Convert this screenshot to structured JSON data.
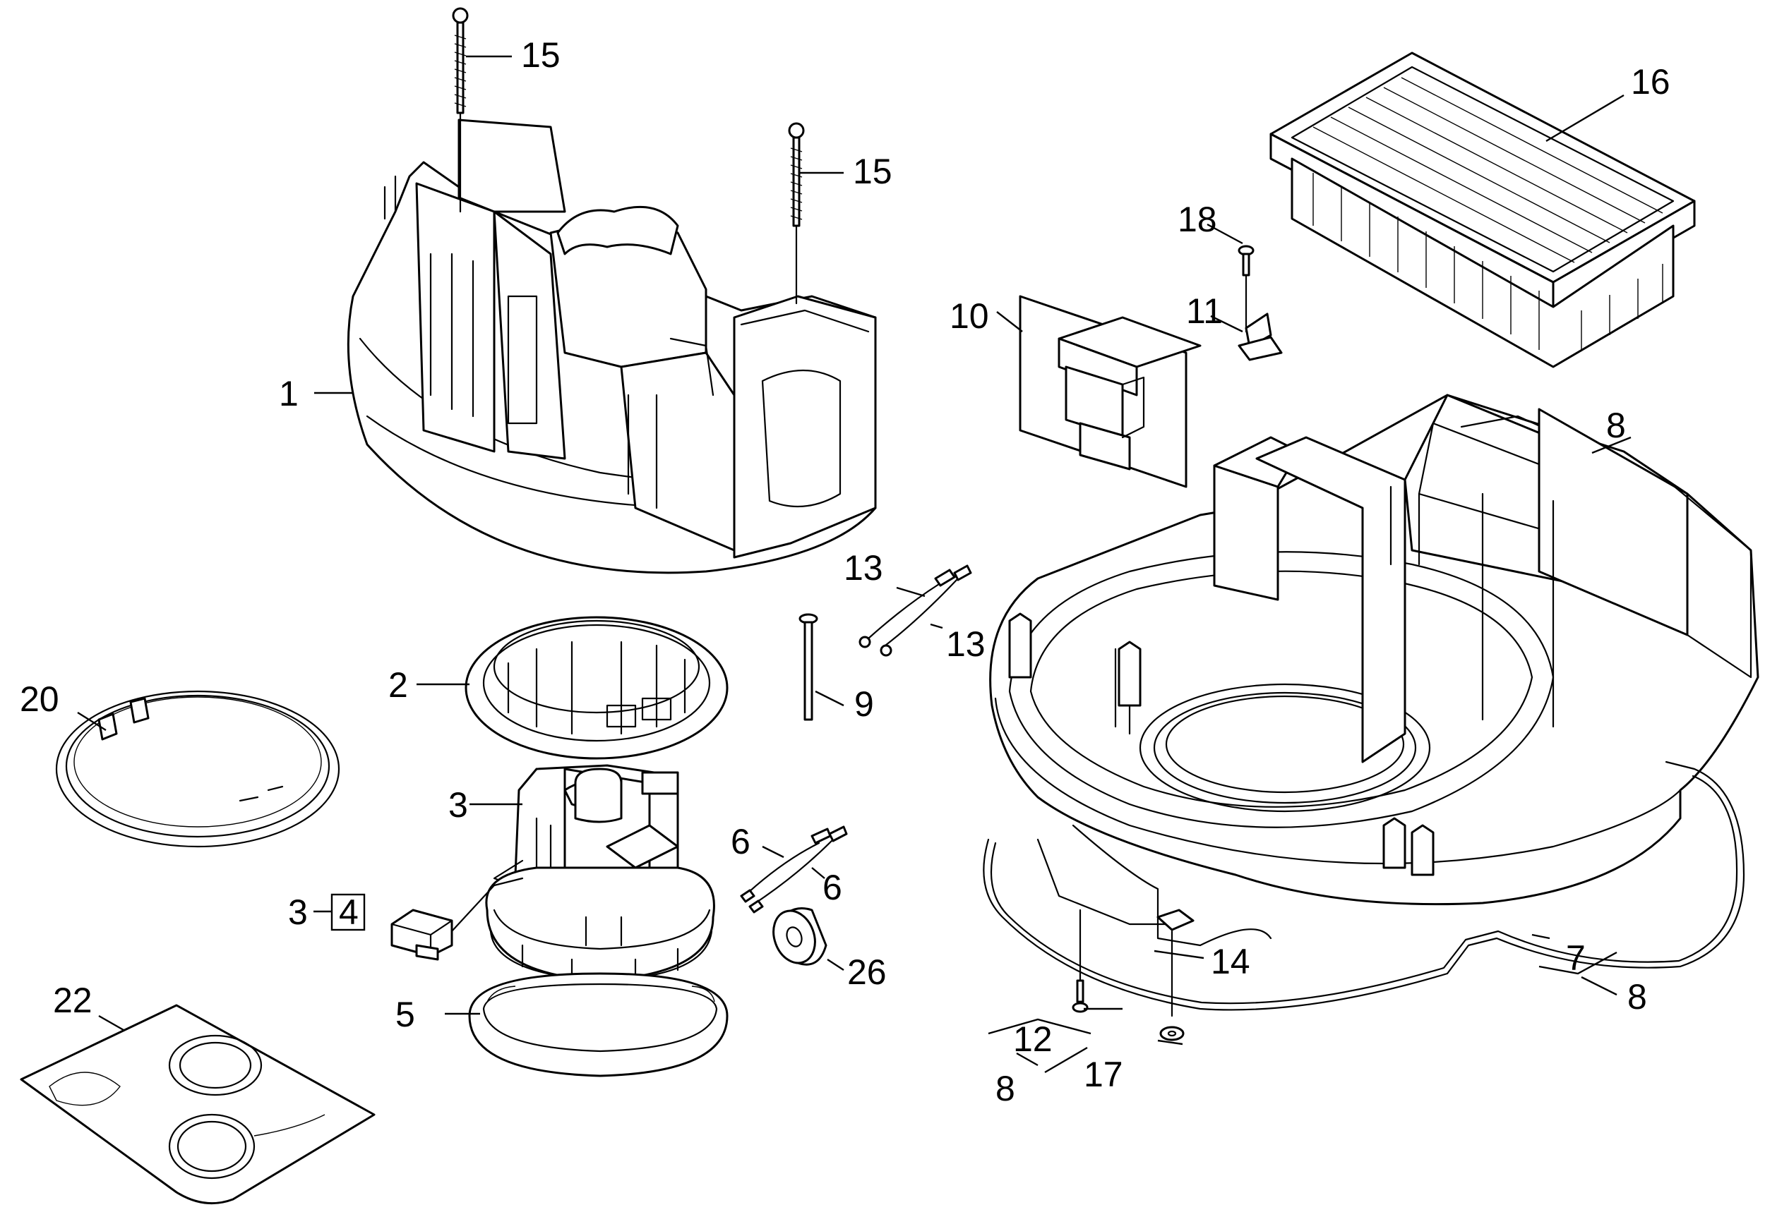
{
  "callouts": [
    {
      "id": "c15a",
      "text": "15"
    },
    {
      "id": "c15b",
      "text": "15"
    },
    {
      "id": "c1",
      "text": "1"
    },
    {
      "id": "c2",
      "text": "2"
    },
    {
      "id": "c3a",
      "text": "3"
    },
    {
      "id": "c3b",
      "text": "3"
    },
    {
      "id": "c4",
      "text": "4"
    },
    {
      "id": "c5",
      "text": "5"
    },
    {
      "id": "c6a",
      "text": "6"
    },
    {
      "id": "c6b",
      "text": "6"
    },
    {
      "id": "c7",
      "text": "7"
    },
    {
      "id": "c8a",
      "text": "8"
    },
    {
      "id": "c8b",
      "text": "8"
    },
    {
      "id": "c8c",
      "text": "8"
    },
    {
      "id": "c9",
      "text": "9"
    },
    {
      "id": "c10",
      "text": "10"
    },
    {
      "id": "c11",
      "text": "11"
    },
    {
      "id": "c12",
      "text": "12"
    },
    {
      "id": "c13a",
      "text": "13"
    },
    {
      "id": "c13b",
      "text": "13"
    },
    {
      "id": "c14",
      "text": "14"
    },
    {
      "id": "c16",
      "text": "16"
    },
    {
      "id": "c17",
      "text": "17"
    },
    {
      "id": "c18",
      "text": "18"
    },
    {
      "id": "c20",
      "text": "20"
    },
    {
      "id": "c22",
      "text": "22"
    },
    {
      "id": "c26",
      "text": "26"
    }
  ]
}
